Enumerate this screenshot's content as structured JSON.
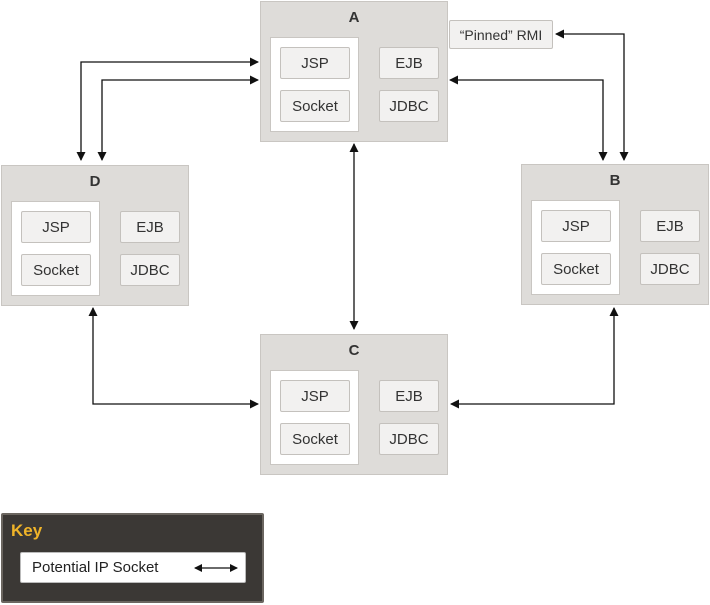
{
  "servers": [
    {
      "name": "A",
      "components": {
        "jsp": "JSP",
        "socket": "Socket",
        "ejb": "EJB",
        "jdbc": "JDBC"
      }
    },
    {
      "name": "B",
      "components": {
        "jsp": "JSP",
        "socket": "Socket",
        "ejb": "EJB",
        "jdbc": "JDBC"
      }
    },
    {
      "name": "C",
      "components": {
        "jsp": "JSP",
        "socket": "Socket",
        "ejb": "EJB",
        "jdbc": "JDBC"
      }
    },
    {
      "name": "D",
      "components": {
        "jsp": "JSP",
        "socket": "Socket",
        "ejb": "EJB",
        "jdbc": "JDBC"
      }
    }
  ],
  "pinned_label": "“Pinned” RMI",
  "key": {
    "title": "Key",
    "entry_label": "Potential IP Socket"
  },
  "colors": {
    "server_fill": "#dedcd9",
    "component_fill": "#f2f1f0",
    "key_background": "#3b3835",
    "key_title": "#f0b429",
    "connector": "#111111"
  }
}
